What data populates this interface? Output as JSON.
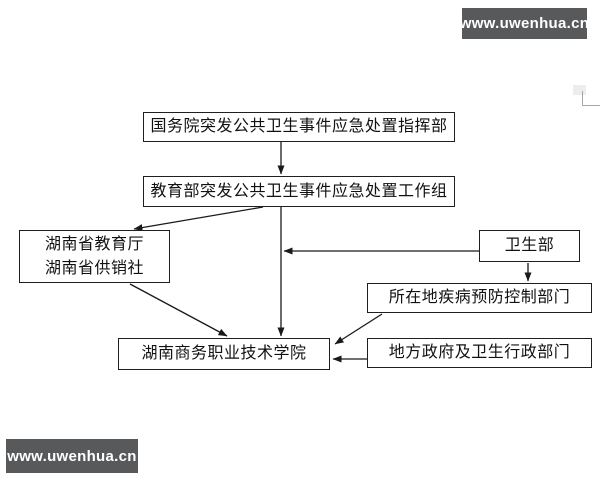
{
  "page": {
    "background_color": "#ffffff",
    "box_border_color": "#1f1f1f"
  },
  "watermarks": {
    "bg_color": "#58595b",
    "text_color": "#ffffff",
    "top_right": {
      "text": "www.uwenhua.cn"
    },
    "bottom_left": {
      "text": "www.uwenhua.cn"
    }
  },
  "flowchart": {
    "nodes": {
      "guowuyuan": {
        "label": "国务院突发公共卫生事件应急处置指挥部"
      },
      "jiaoyubu": {
        "label": "教育部突发公共卫生事件应急处置工作组"
      },
      "hunan_edu": {
        "line1": "湖南省教育厅",
        "line2": "湖南省供销社"
      },
      "weishengbu": {
        "label": "卫生部"
      },
      "jibing": {
        "label": "所在地疾病预防控制部门"
      },
      "xueyuan": {
        "label": "湖南商务职业技术学院"
      },
      "difang": {
        "label": "地方政府及卫生行政部门"
      }
    },
    "edges": [
      {
        "from": "guowuyuan",
        "to": "jiaoyubu",
        "style": "arrow-down"
      },
      {
        "from": "jiaoyubu",
        "to": "hunan_edu",
        "style": "arrow-diagonal"
      },
      {
        "from": "jiaoyubu",
        "to": "xueyuan",
        "style": "arrow-down"
      },
      {
        "from": "weishengbu",
        "to": "jiaoyubu-xueyuan-line",
        "style": "arrow-left"
      },
      {
        "from": "weishengbu",
        "to": "jibing",
        "style": "arrow-down"
      },
      {
        "from": "hunan_edu",
        "to": "xueyuan",
        "style": "arrow-diagonal"
      },
      {
        "from": "jibing",
        "to": "xueyuan",
        "style": "arrow-diagonal"
      },
      {
        "from": "difang",
        "to": "xueyuan",
        "style": "arrow-left"
      }
    ]
  }
}
